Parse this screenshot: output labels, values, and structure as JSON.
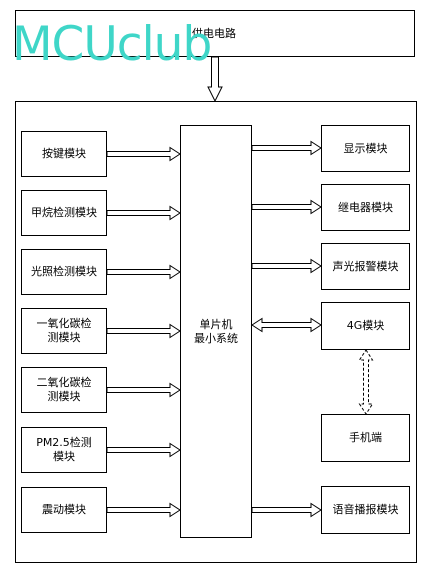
{
  "power": {
    "label": "供电电路"
  },
  "watermark": {
    "text": "MCUclub",
    "color": "#3fd6c8"
  },
  "mcu": {
    "label_line1": "单片机",
    "label_line2": "最小系统"
  },
  "inputs": [
    {
      "label": "按键模块"
    },
    {
      "label": "甲烷检测模块"
    },
    {
      "label": "光照检测模块"
    },
    {
      "label": "一氧化碳检测模块"
    },
    {
      "label": "二氧化碳检测模块"
    },
    {
      "label": "PM2.5检测模块"
    },
    {
      "label": "震动模块"
    }
  ],
  "outputs": [
    {
      "label": "显示模块"
    },
    {
      "label": "继电器模块"
    },
    {
      "label": "声光报警模块"
    },
    {
      "label": "4G模块"
    },
    {
      "label": "语音播报模块"
    }
  ],
  "phone": {
    "label": "手机端"
  }
}
